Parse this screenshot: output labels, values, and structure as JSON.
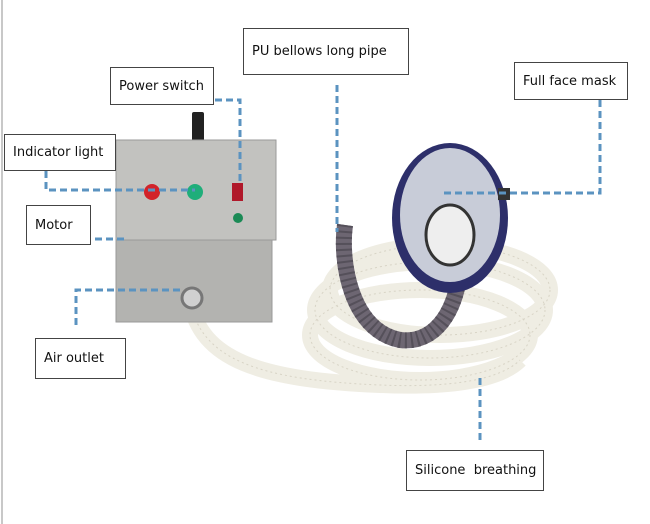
{
  "labels": {
    "pu_pipe": "PU bellows long pipe",
    "power_switch": "Power switch",
    "face_mask": "Full face mask",
    "indicator_light": "Indicator light",
    "motor": "Motor",
    "air_outlet": "Air outlet",
    "silicone": "Silicone  breathing"
  },
  "colors": {
    "leader_line": "#5b93c0",
    "box_border": "#444444",
    "steel": "#b9b9b6",
    "hose": "#f1efe6",
    "breathing_tube": "#6d6672"
  }
}
